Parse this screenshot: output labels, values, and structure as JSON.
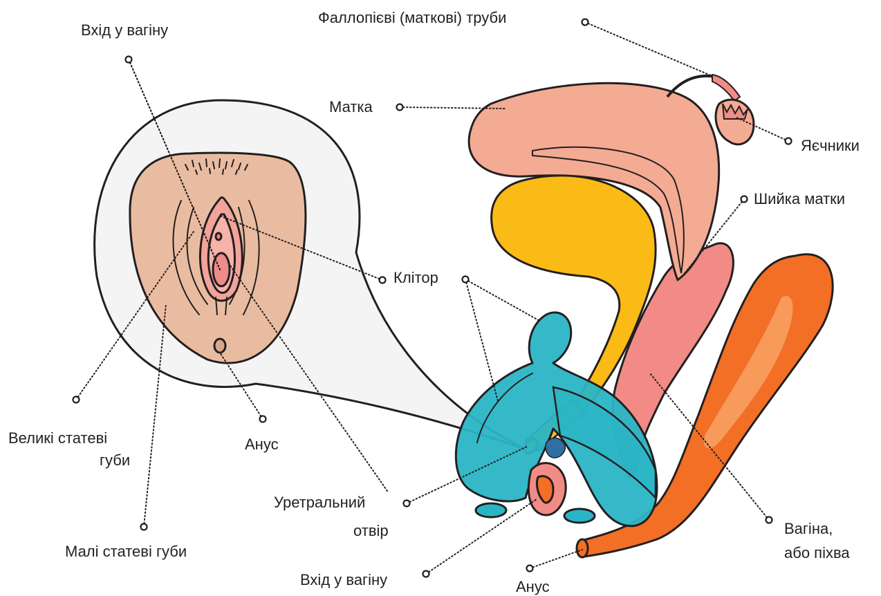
{
  "labels": {
    "fallopian_tubes": "Фаллопієві (маткові) труби",
    "vaginal_opening_top": "Вхід у вагіну",
    "uterus": "Матка",
    "ovaries": "Яєчники",
    "cervix": "Шийка матки",
    "clitoris": "Клітор",
    "labia_majora_line1": "Великі статеві",
    "labia_majora_line2": "губи",
    "anus_inset": "Анус",
    "labia_minora": "Малі статеві губи",
    "urethral_line1": "Уретральний",
    "urethral_line2": "отвір",
    "vaginal_opening_bottom": "Вхід у вагіну",
    "anus_bottom": "Анус",
    "vagina_line1": "Вагіна,",
    "vagina_line2": "або піхва"
  },
  "colors": {
    "uterus": "#f4ab93",
    "bladder": "#fbbb16",
    "vagina": "#f28b86",
    "rectum": "#f26f25",
    "clitoris": "#2ab5c5",
    "vulva_skin": "#e9bca1",
    "labia_inner": "#f2a39a",
    "inset_bg": "#f4f4f4",
    "outline": "#231f20"
  }
}
